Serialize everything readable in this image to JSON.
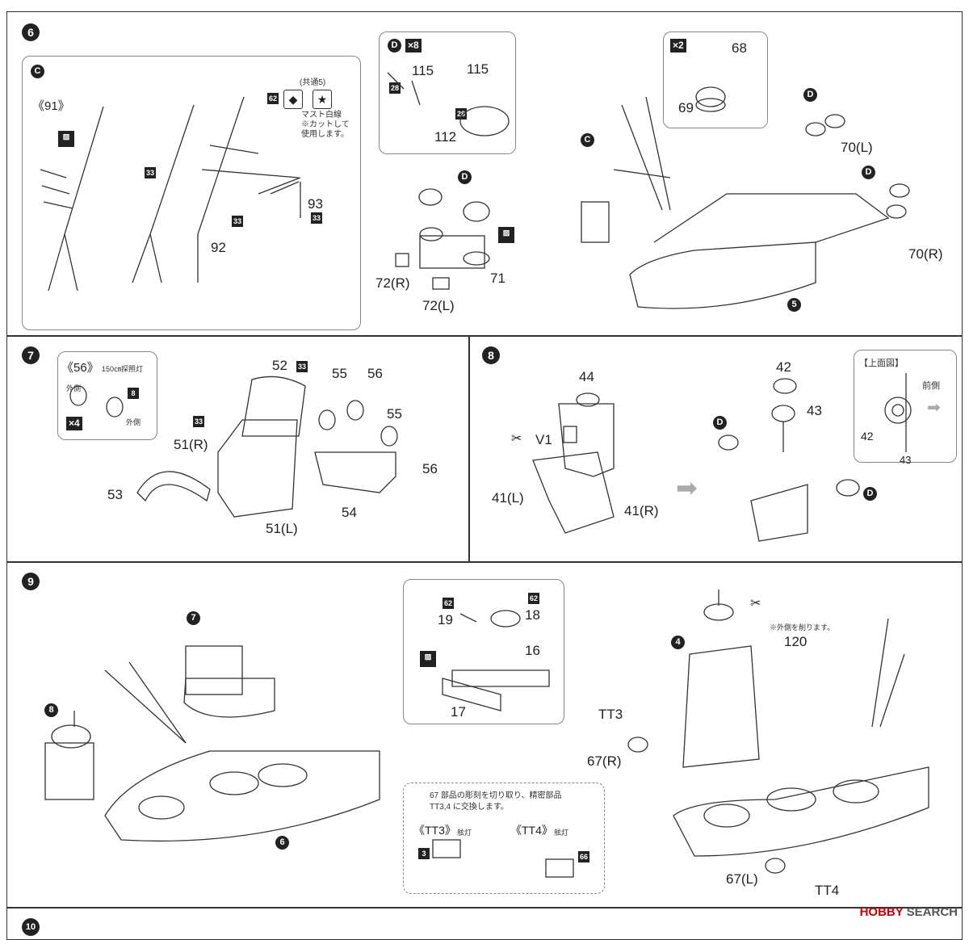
{
  "step6": {
    "step_number": "6",
    "subpanel_c": {
      "letter": "C",
      "assembly_label": "《91》"
    },
    "labels": {
      "p62": "62",
      "p33a": "33",
      "p33b": "33",
      "p33c": "33",
      "p93": "93",
      "p92": "92"
    },
    "note_lines": [
      "(共通5)",
      "マスト白線",
      "※カットして",
      "使用します。"
    ],
    "sprue_d": {
      "letter": "D",
      "multiplier": "×8",
      "p115a": "115",
      "p115b": "115",
      "p28a": "28",
      "p28b": "28",
      "p112": "112"
    },
    "main_labels": {
      "d": "D",
      "p72r": "72(R)",
      "p72l": "72(L)",
      "p71": "71"
    },
    "right": {
      "multiplier": "×2",
      "p68": "68",
      "p69": "69",
      "c": "C",
      "d1": "D",
      "d2": "D",
      "p70l": "70(L)",
      "p70r": "70(R)",
      "ref5": "5"
    }
  },
  "step7": {
    "step_number": "7",
    "sub": {
      "assembly": "《56》",
      "desc": "150㎝探照灯",
      "outside1": "外側",
      "outside2": "外側",
      "part8": "8",
      "multiplier": "×4"
    },
    "labels": {
      "p52": "52",
      "p33a": "33",
      "p33b": "33",
      "p55a": "55",
      "p56a": "56",
      "p55b": "55",
      "p56b": "56",
      "p51r": "51(R)",
      "p53": "53",
      "p54": "54",
      "p51l": "51(L)"
    }
  },
  "step8": {
    "step_number": "8",
    "labels": {
      "p44": "44",
      "v1": "V1",
      "p41l": "41(L)",
      "p41r": "41(R)",
      "p42": "42",
      "p43": "43",
      "d1": "D",
      "d2": "D"
    },
    "topview": {
      "title": "【上面図】",
      "front": "前側",
      "p42": "42",
      "p43": "43"
    }
  },
  "step9": {
    "step_number": "9",
    "labels": {
      "ref7": "7",
      "ref8": "8",
      "ref6": "6",
      "ref4": "4",
      "p120": "120",
      "note": "※外側を削ります。",
      "tt3": "TT3",
      "tt4": "TT4",
      "p67r": "67(R)",
      "p67l": "67(L)"
    },
    "callout_a": {
      "p62a": "62",
      "p62b": "62",
      "p19": "19",
      "p18": "18",
      "p16": "16",
      "p17": "17"
    },
    "callout_b": {
      "text1": "67 部品の彫刻を切り取り、精密部品",
      "text2": "TT3,4 に交換します。",
      "tt3_title": "《TT3》",
      "tt3_desc": "舷灯",
      "tt4_title": "《TT4》",
      "tt4_desc": "舷灯",
      "p3": "3",
      "p66": "66"
    }
  },
  "step10": {
    "step_number": "10"
  },
  "footer": {
    "brand": "HOBBY",
    "suffix": "SEARCH"
  }
}
